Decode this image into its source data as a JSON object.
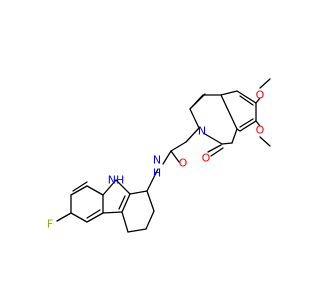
{
  "molecule": {
    "atom_labels": [
      {
        "id": "nh",
        "text": "NH",
        "color": "#0000ff"
      },
      {
        "id": "n_amide",
        "text": "N",
        "color": "#0000ff"
      },
      {
        "id": "h_amide",
        "text": "H",
        "color": "#0000ff"
      },
      {
        "id": "o_amide",
        "text": "O",
        "color": "#ff0000"
      },
      {
        "id": "n_ring",
        "text": "N",
        "color": "#0000ff"
      },
      {
        "id": "o_ring",
        "text": "O",
        "color": "#ff0000"
      },
      {
        "id": "o_meo1",
        "text": "O",
        "color": "#ff0000"
      },
      {
        "id": "o_meo2",
        "text": "O",
        "color": "#ff0000"
      },
      {
        "id": "f",
        "text": "F",
        "color": "#8db000"
      }
    ]
  }
}
